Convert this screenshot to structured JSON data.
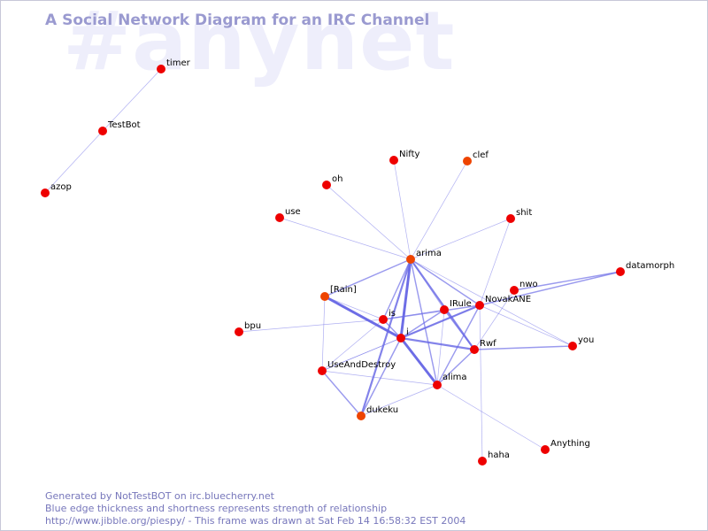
{
  "watermark": "#anynet",
  "title": "A Social Network Diagram for an IRC Channel",
  "footer": {
    "line1": "Generated by NotTestBOT on irc.bluecherry.net",
    "line2": "Blue edge thickness and shortness represents strength of relationship",
    "line3": "http://www.jibble.org/piespy/ - This frame was drawn at Sat Feb 14 16:58:32 EST 2004"
  },
  "colors": {
    "node": "#ee0000",
    "node_recent": "#ee4400",
    "edge": "#6a6ae6"
  },
  "nodes": [
    {
      "id": "timer",
      "label": "timer"
    },
    {
      "id": "TestBot",
      "label": "TestBot"
    },
    {
      "id": "azop",
      "label": "azop"
    },
    {
      "id": "Nifty",
      "label": "Nifty"
    },
    {
      "id": "clef",
      "label": "clef"
    },
    {
      "id": "oh",
      "label": "oh"
    },
    {
      "id": "use",
      "label": "use"
    },
    {
      "id": "shit",
      "label": "shit"
    },
    {
      "id": "arima",
      "label": "arima"
    },
    {
      "id": "datamorph",
      "label": "datamorph"
    },
    {
      "id": "nwo",
      "label": "nwo"
    },
    {
      "id": "Rain",
      "label": "[Rain]"
    },
    {
      "id": "NovakANE",
      "label": "NovakANE"
    },
    {
      "id": "IRule",
      "label": "IRule"
    },
    {
      "id": "is",
      "label": "is"
    },
    {
      "id": "bpu",
      "label": "bpu"
    },
    {
      "id": "i",
      "label": "i"
    },
    {
      "id": "Rwf",
      "label": "Rwf"
    },
    {
      "id": "you",
      "label": "you"
    },
    {
      "id": "UseAndDestroy",
      "label": "UseAndDestroy"
    },
    {
      "id": "alima",
      "label": "alima"
    },
    {
      "id": "dukeku",
      "label": "dukeku"
    },
    {
      "id": "Anything",
      "label": "Anything"
    },
    {
      "id": "haha",
      "label": "haha"
    }
  ],
  "edges": [
    {
      "source": "timer",
      "target": "TestBot",
      "weight": 1
    },
    {
      "source": "TestBot",
      "target": "azop",
      "weight": 1
    },
    {
      "source": "arima",
      "target": "Nifty",
      "weight": 1
    },
    {
      "source": "arima",
      "target": "clef",
      "weight": 1
    },
    {
      "source": "arima",
      "target": "oh",
      "weight": 1
    },
    {
      "source": "arima",
      "target": "use",
      "weight": 1
    },
    {
      "source": "arima",
      "target": "shit",
      "weight": 1
    },
    {
      "source": "arima",
      "target": "i",
      "weight": 4
    },
    {
      "source": "arima",
      "target": "is",
      "weight": 2
    },
    {
      "source": "arima",
      "target": "Rain",
      "weight": 2
    },
    {
      "source": "arima",
      "target": "NovakANE",
      "weight": 2
    },
    {
      "source": "arima",
      "target": "Rwf",
      "weight": 3
    },
    {
      "source": "arima",
      "target": "alima",
      "weight": 2
    },
    {
      "source": "arima",
      "target": "dukeku",
      "weight": 3
    },
    {
      "source": "arima",
      "target": "IRule",
      "weight": 1
    },
    {
      "source": "arima",
      "target": "you",
      "weight": 1
    },
    {
      "source": "nwo",
      "target": "datamorph",
      "weight": 2
    },
    {
      "source": "NovakANE",
      "target": "datamorph",
      "weight": 2
    },
    {
      "source": "NovakANE",
      "target": "shit",
      "weight": 1
    },
    {
      "source": "NovakANE",
      "target": "i",
      "weight": 3
    },
    {
      "source": "NovakANE",
      "target": "is",
      "weight": 2
    },
    {
      "source": "NovakANE",
      "target": "you",
      "weight": 1
    },
    {
      "source": "NovakANE",
      "target": "alima",
      "weight": 2
    },
    {
      "source": "NovakANE",
      "target": "haha",
      "weight": 1
    },
    {
      "source": "NovakANE",
      "target": "UseAndDestroy",
      "weight": 1
    },
    {
      "source": "IRule",
      "target": "is",
      "weight": 1
    },
    {
      "source": "IRule",
      "target": "i",
      "weight": 2
    },
    {
      "source": "IRule",
      "target": "Rwf",
      "weight": 2
    },
    {
      "source": "IRule",
      "target": "alima",
      "weight": 1
    },
    {
      "source": "i",
      "target": "Rain",
      "weight": 4
    },
    {
      "source": "i",
      "target": "is",
      "weight": 2
    },
    {
      "source": "i",
      "target": "Rwf",
      "weight": 3
    },
    {
      "source": "i",
      "target": "alima",
      "weight": 4
    },
    {
      "source": "i",
      "target": "UseAndDestroy",
      "weight": 1
    },
    {
      "source": "i",
      "target": "dukeku",
      "weight": 2
    },
    {
      "source": "is",
      "target": "bpu",
      "weight": 1
    },
    {
      "source": "is",
      "target": "Rain",
      "weight": 1
    },
    {
      "source": "is",
      "target": "UseAndDestroy",
      "weight": 1
    },
    {
      "source": "Rain",
      "target": "UseAndDestroy",
      "weight": 1
    },
    {
      "source": "Rwf",
      "target": "you",
      "weight": 2
    },
    {
      "source": "Rwf",
      "target": "alima",
      "weight": 2
    },
    {
      "source": "Rwf",
      "target": "nwo",
      "weight": 1
    },
    {
      "source": "alima",
      "target": "UseAndDestroy",
      "weight": 1
    },
    {
      "source": "alima",
      "target": "dukeku",
      "weight": 1
    },
    {
      "source": "alima",
      "target": "Anything",
      "weight": 1
    },
    {
      "source": "UseAndDestroy",
      "target": "dukeku",
      "weight": 2
    }
  ]
}
